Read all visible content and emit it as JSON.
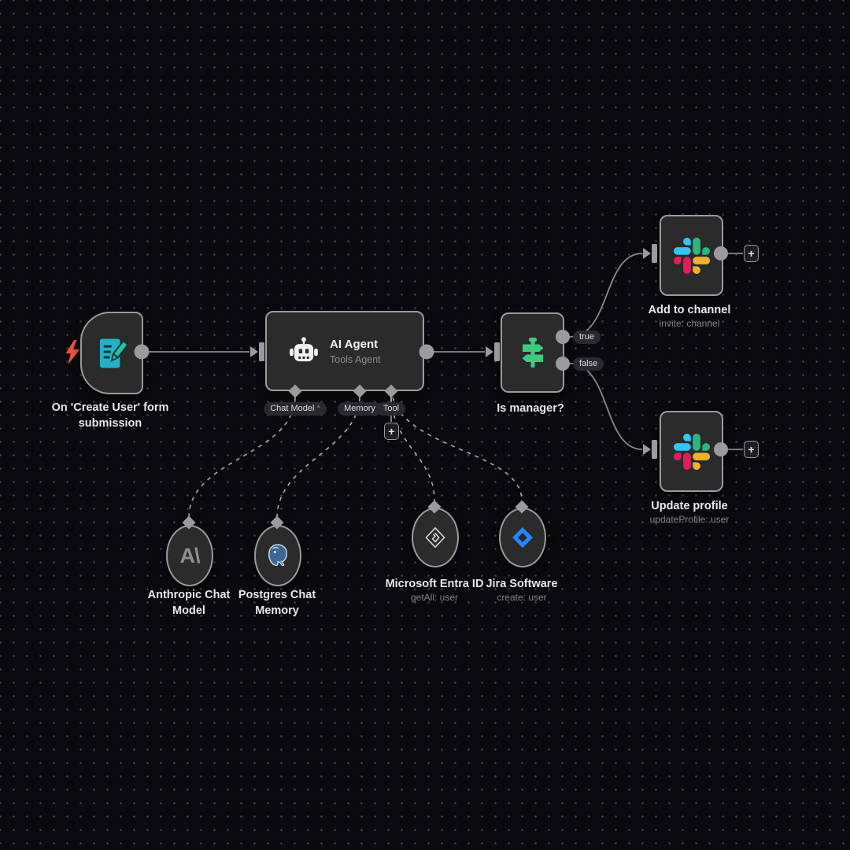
{
  "canvas": {
    "background": "#0a0a0e",
    "dot_color": "#41414b"
  },
  "colors": {
    "node_background": "#2b2b2b",
    "node_border": "#9b9b9e",
    "edge_gray": "#8a8a8e",
    "trigger_bolt_red": "#f0503e",
    "form_icon_teal": "#25b0c5",
    "switch_icon_green": "#3fca82",
    "jira_blue": "#2684ff",
    "slack_blue": "#36c5f0",
    "slack_green": "#2eb67d",
    "slack_yellow": "#ecb22e",
    "slack_red": "#e01e5a",
    "required_asterisk_red": "#e4556b"
  },
  "icons": {
    "plus_glyph": "+",
    "anthropic_glyph": "A\\"
  },
  "workflow": {
    "trigger": {
      "label": "On 'Create User' form submission"
    },
    "agent": {
      "title": "AI Agent",
      "subtitle": "Tools Agent",
      "ports": {
        "chat_model": {
          "label": "Chat Model",
          "required_marker": "*"
        },
        "memory": {
          "label": "Memory"
        },
        "tool": {
          "label": "Tool"
        }
      }
    },
    "if_node": {
      "label": "Is manager?",
      "outputs": {
        "true_label": "true",
        "false_label": "false"
      }
    },
    "slack_add": {
      "title": "Add to channel",
      "subtitle": "invite: channel"
    },
    "slack_update": {
      "title": "Update profile",
      "subtitle": "updateProfile: user"
    },
    "anthropic": {
      "label": "Anthropic Chat Model"
    },
    "postgres": {
      "label": "Postgres Chat Memory"
    },
    "entra": {
      "label": "Microsoft Entra ID",
      "subtitle": "getAll: user"
    },
    "jira": {
      "label": "Jira Software",
      "subtitle": "create: user"
    }
  }
}
